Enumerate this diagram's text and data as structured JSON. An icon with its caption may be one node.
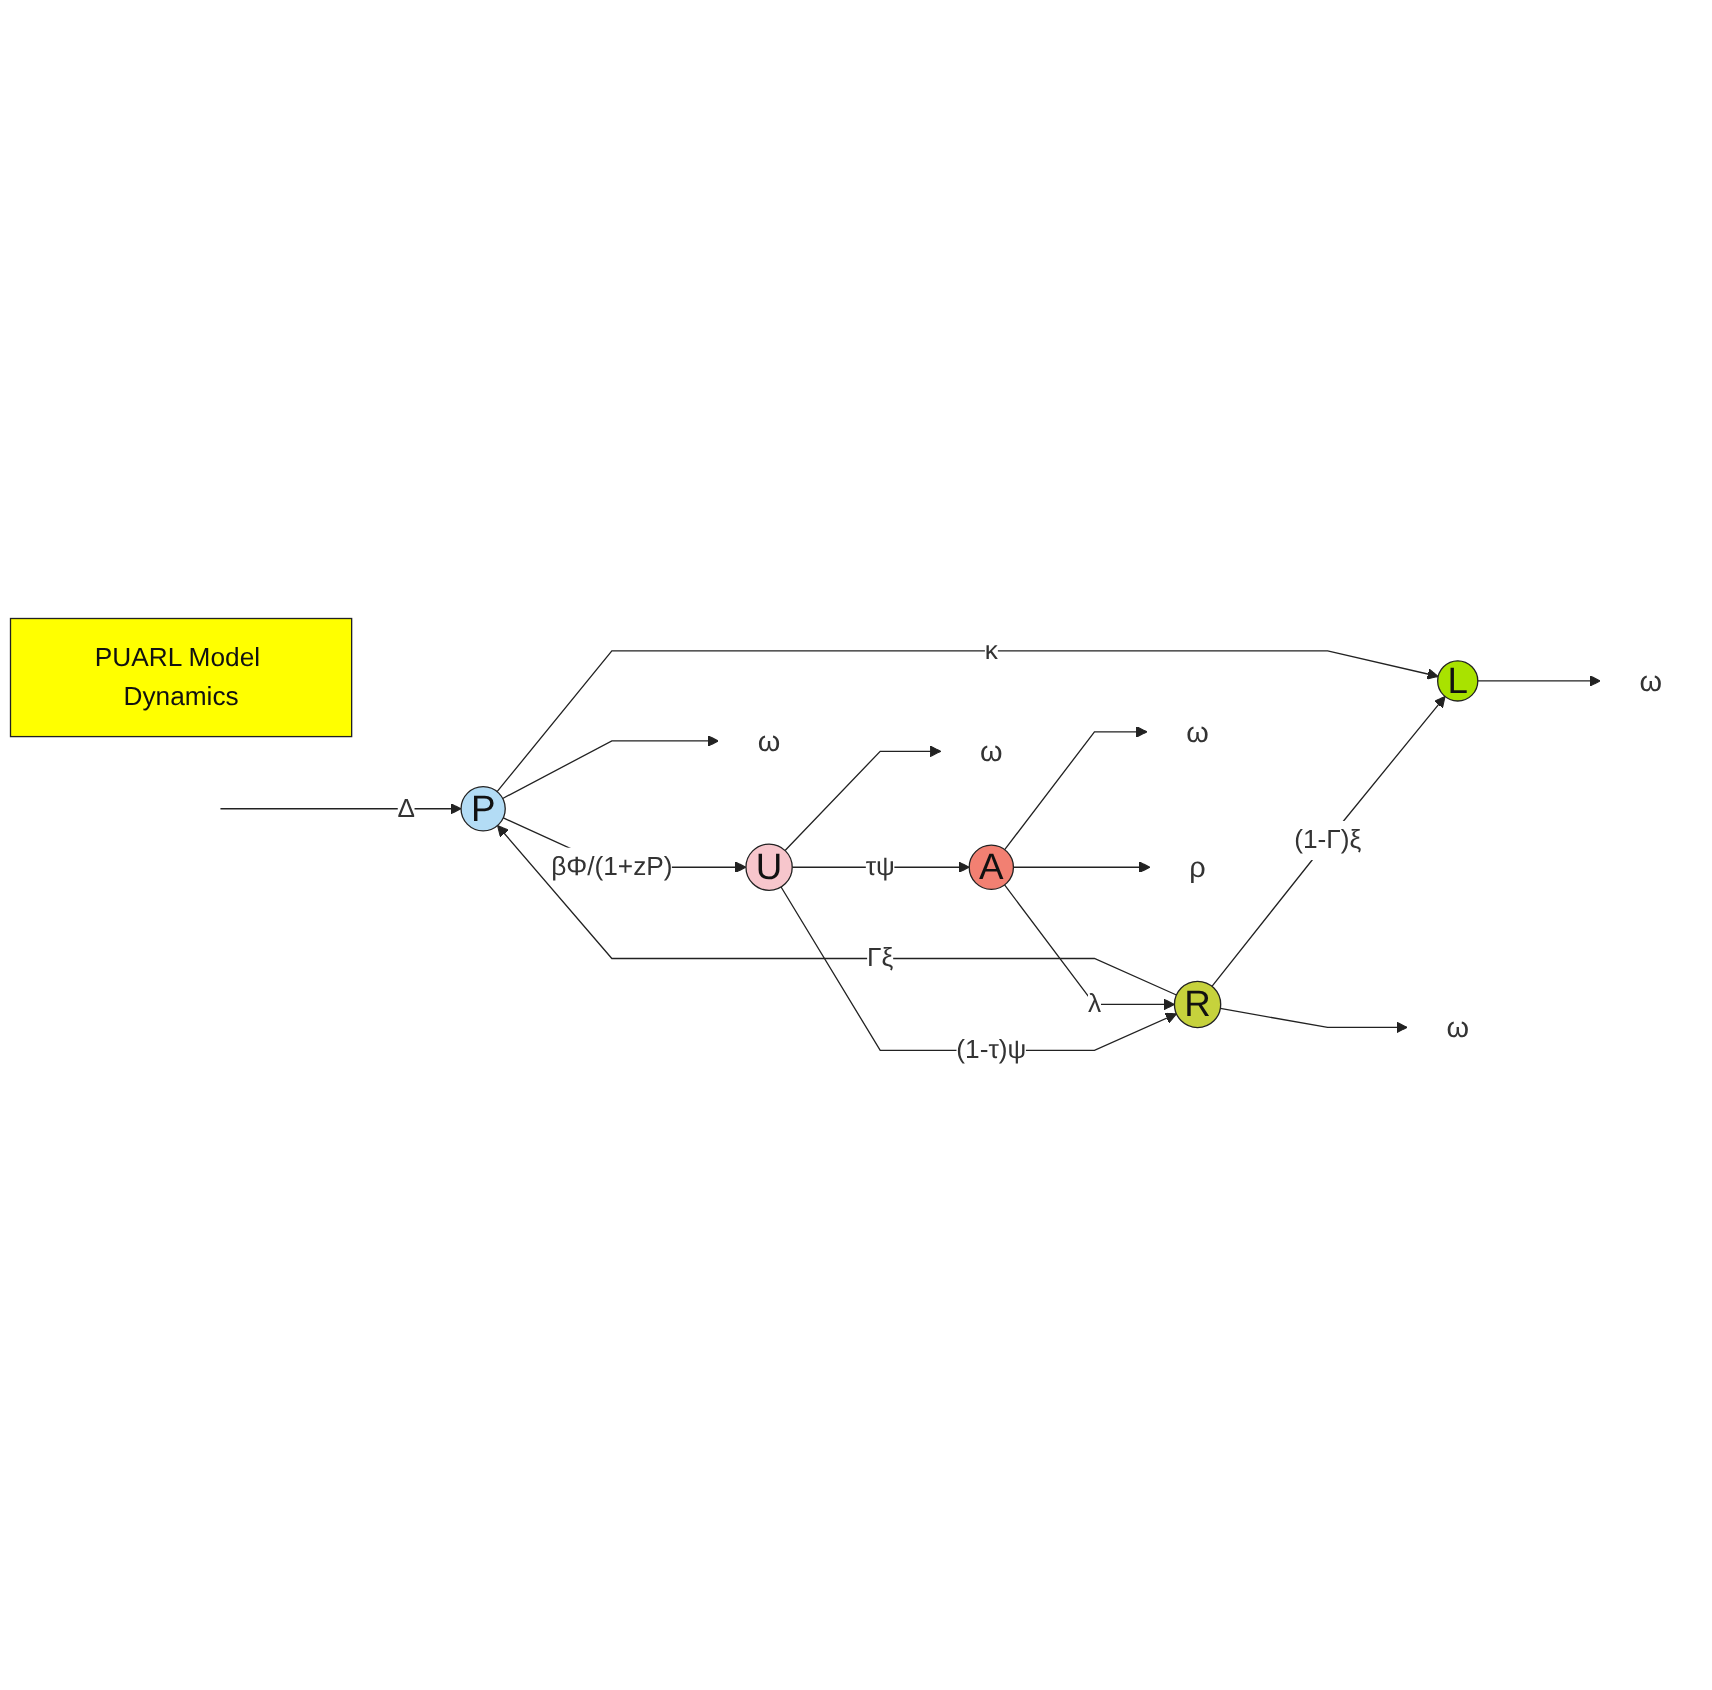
{
  "diagram": {
    "nodes": [
      {
        "text": [
          "P"
        ]
      },
      {
        "text": [
          "U"
        ]
      },
      {
        "text": [
          "A"
        ]
      },
      {
        "text": [
          "R"
        ]
      },
      {
        "text": [
          "L"
        ]
      },
      {
        "text": [
          "ω"
        ]
      },
      {
        "text": [
          "ρ"
        ]
      },
      {
        "text": [
          "ω"
        ]
      },
      {
        "text": [
          "ω"
        ]
      },
      {
        "text": [
          "ω"
        ]
      },
      {
        "text": [
          "ω"
        ]
      },
      {
        "text": [
          "PUARL Model Dynamics"
        ]
      }
    ],
    "edges": [
      {
        "from": null,
        "to": 0,
        "arrow": "to",
        "label": "Δ"
      },
      {
        "from": 0,
        "to": 1,
        "arrow": "to",
        "label": "βΦ/(1+zP)"
      },
      {
        "from": 1,
        "to": 2,
        "arrow": "to",
        "label": "τψ"
      },
      {
        "from": 1,
        "to": 3,
        "arrow": "to",
        "label": "(1-τ)ψ"
      },
      {
        "from": 2,
        "to": 3,
        "arrow": "to",
        "label": "λ"
      },
      {
        "from": 3,
        "to": 4,
        "arrow": "to",
        "label": "(1-Γ)ξ"
      },
      {
        "from": 0,
        "to": 4,
        "arrow": "to",
        "label": "κ"
      },
      {
        "from": 3,
        "to": 0,
        "arrow": "to",
        "label": "Γξ"
      },
      {
        "from": 2,
        "to": 5,
        "arrow": "to"
      },
      {
        "from": 2,
        "to": 6,
        "arrow": "to"
      },
      {
        "from": 0,
        "to": 7,
        "arrow": "to"
      },
      {
        "from": 1,
        "to": 8,
        "arrow": "to"
      },
      {
        "from": 3,
        "to": 9,
        "arrow": "to"
      },
      {
        "from": 4,
        "to": 10,
        "arrow": "to"
      }
    ]
  }
}
